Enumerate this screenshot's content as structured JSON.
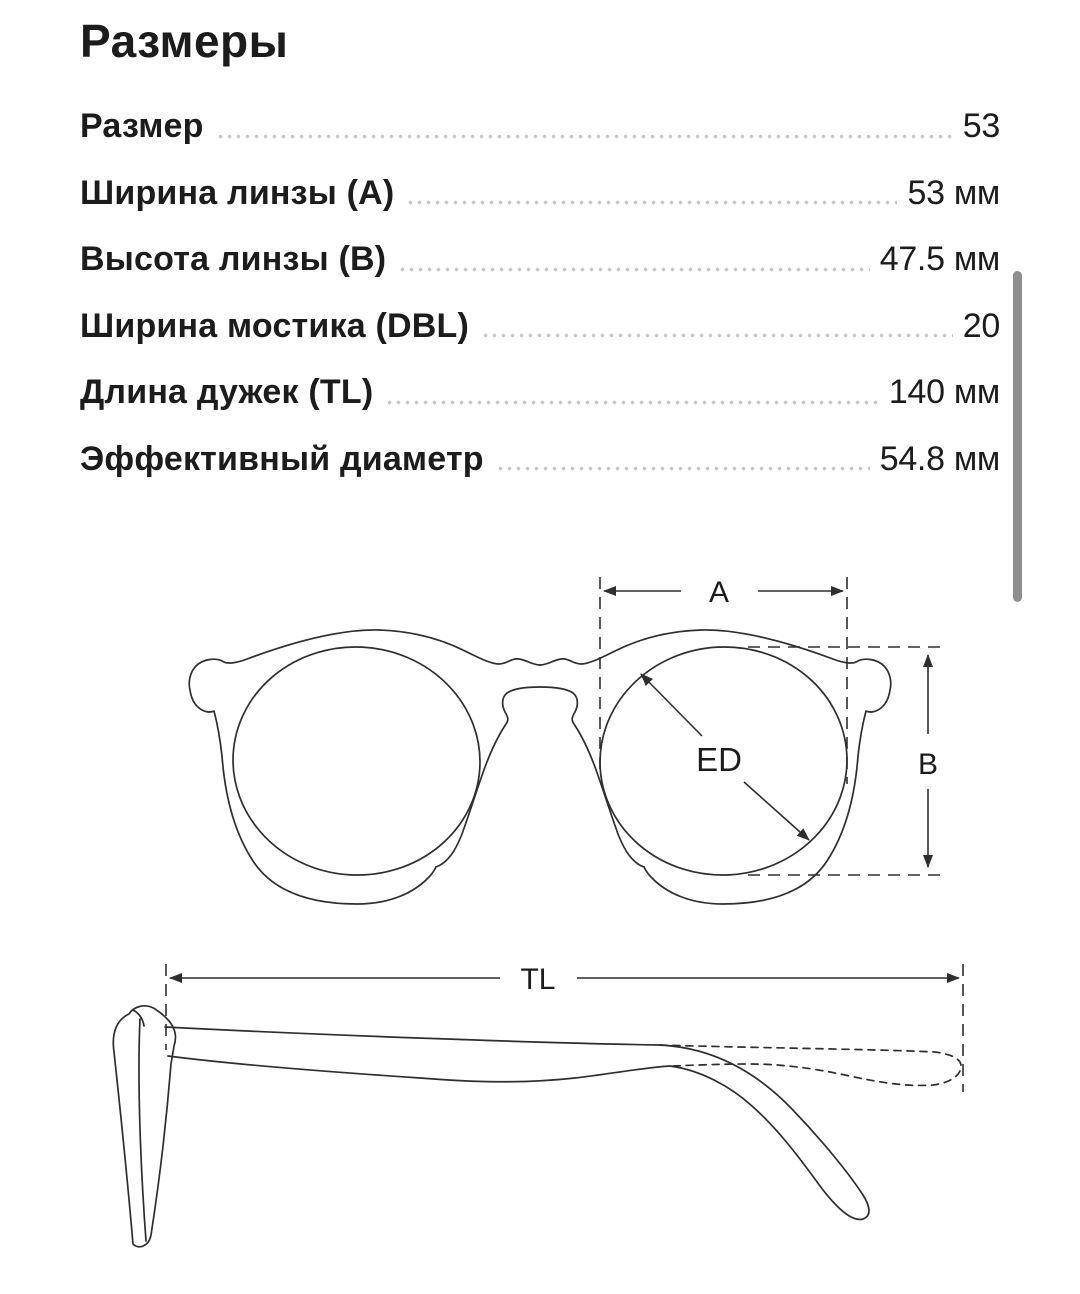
{
  "page": {
    "title": "Размеры"
  },
  "specs": {
    "rows": [
      {
        "label": "Размер",
        "value": "53"
      },
      {
        "label": "Ширина линзы (A)",
        "value": "53 мм"
      },
      {
        "label": "Высота линзы (B)",
        "value": "47.5 мм"
      },
      {
        "label": "Ширина мостика (DBL)",
        "value": "20"
      },
      {
        "label": "Длина дужек (TL)",
        "value": "140 мм"
      },
      {
        "label": "Эффективный диаметр",
        "value": "54.8 мм"
      }
    ]
  },
  "diagram": {
    "labels": {
      "a": "A",
      "b": "B",
      "ed": "ED",
      "tl": "TL"
    }
  },
  "colors": {
    "background": "#ffffff",
    "text": "#1c1c1c",
    "leader_dots": "#c7c7c7",
    "line": "#2e2e2e",
    "scrollbar": "#8f8f8f"
  }
}
